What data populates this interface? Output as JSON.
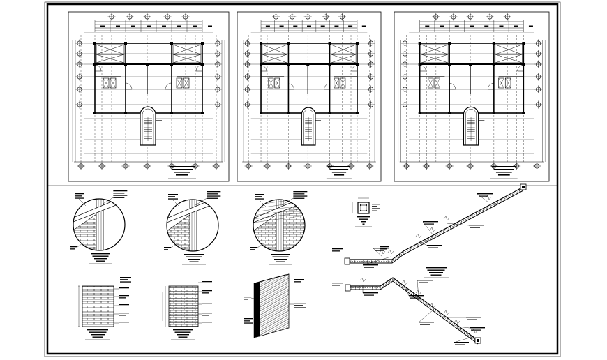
{
  "sheet": {
    "panels": [
      {
        "id": "plan-1",
        "caption": []
      },
      {
        "id": "plan-2",
        "caption": []
      },
      {
        "id": "plan-3",
        "caption": []
      }
    ],
    "details": [
      {
        "id": "wall-section-1"
      },
      {
        "id": "wall-section-2"
      },
      {
        "id": "wall-section-3"
      },
      {
        "id": "column-section"
      },
      {
        "id": "brick-elevation-1"
      },
      {
        "id": "brick-elevation-2"
      },
      {
        "id": "brick-isometric"
      },
      {
        "id": "stair-detail-upper"
      },
      {
        "id": "stair-detail-lower"
      }
    ]
  }
}
